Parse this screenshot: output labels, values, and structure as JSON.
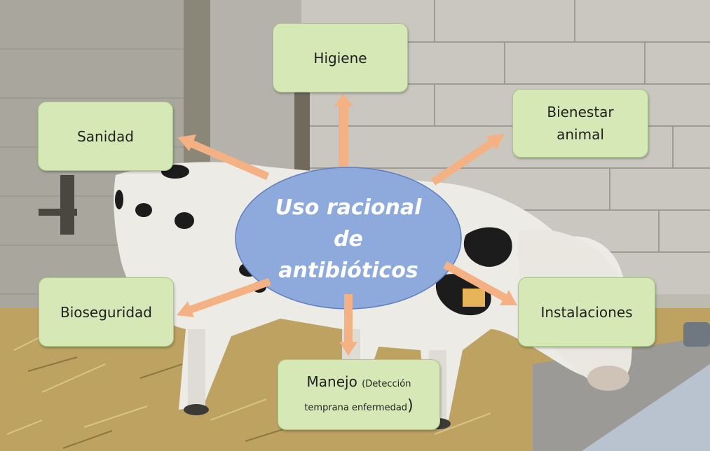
{
  "colors": {
    "box_fill": "#d5e8b5",
    "ellipse_fill": "#8ea9db",
    "arrow": "#f4b183",
    "center_text": "#ffffff"
  },
  "center": {
    "line1": "Uso racional",
    "line2": "de",
    "line3": "antibióticos"
  },
  "boxes": {
    "higiene": "Higiene",
    "sanidad": "Sanidad",
    "bienestar_line1": "Bienestar",
    "bienestar_line2": "animal",
    "bioseguridad": "Bioseguridad",
    "instalaciones": "Instalaciones",
    "manejo_main": "Manejo",
    "manejo_detail_open": "(Detección",
    "manejo_detail_line2": "temprana enfermedad",
    "manejo_detail_close": ")"
  }
}
